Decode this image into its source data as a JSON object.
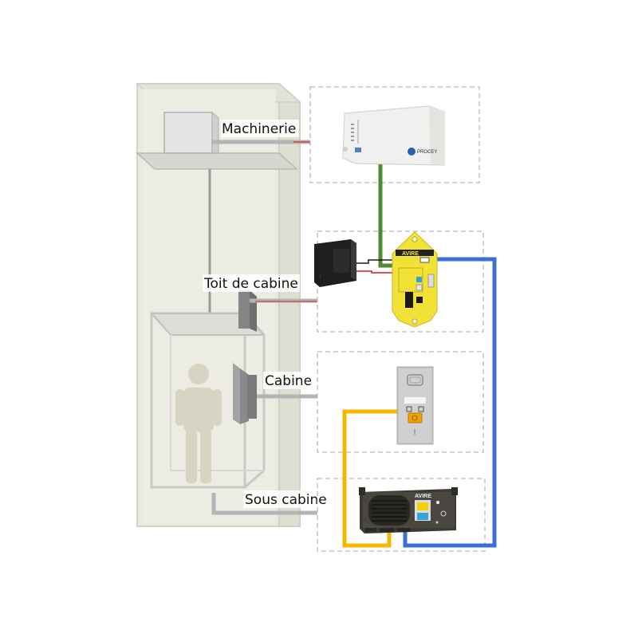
{
  "labels": {
    "machinerie": "Machinerie",
    "toit_cabine": "Toit de cabine",
    "cabine": "Cabine",
    "sous_cabine": "Sous cabine"
  },
  "devices": {
    "router_logo": "PROCEY",
    "avire_module_brand": "AVIRE",
    "avire_speaker_brand": "AVIRE"
  },
  "colors": {
    "shaft": "#e6e6dc",
    "shaft_edge": "#cfcfc4",
    "connector_gray": "#b4b4b4",
    "cable_green": "#4f8a2e",
    "cable_blue": "#3c6fd4",
    "cable_yellow": "#f5b800",
    "cable_red": "#d02020",
    "avire_yellow": "#f2e236",
    "dashed_box": "#b8b8b8"
  }
}
